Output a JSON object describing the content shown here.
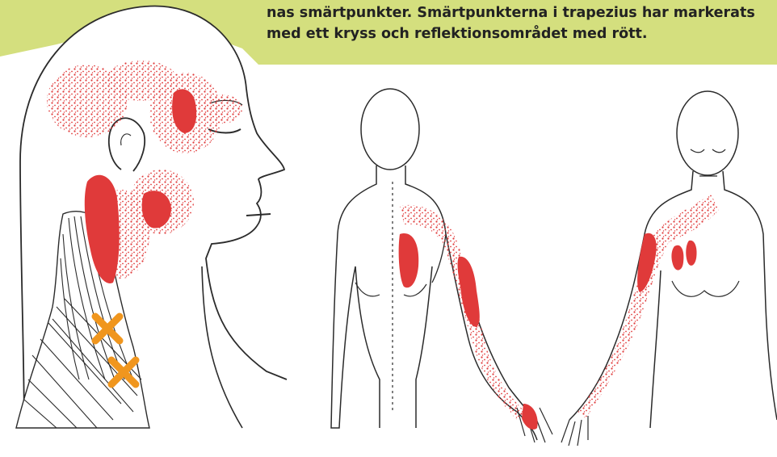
{
  "caption": {
    "lines": [
      "nas smärtpunkter. Smärtpunkterna i trapezius har markerats",
      "med ett kryss och reflektionsområdet med rött."
    ]
  },
  "colors": {
    "caption_background": "#d4df7e",
    "caption_text": "#222222",
    "referred_pain": "#e03a3a",
    "trigger_point_cross": "#f0961e",
    "outline": "#2b2b2b",
    "background": "#ffffff"
  },
  "figures": [
    {
      "name": "head-profile-figure",
      "view": "side"
    },
    {
      "name": "back-view-figure",
      "view": "back"
    },
    {
      "name": "front-view-figure",
      "view": "front"
    }
  ],
  "markers": {
    "trigger_point_count": 2,
    "trigger_point_icon": "cross-icon"
  }
}
